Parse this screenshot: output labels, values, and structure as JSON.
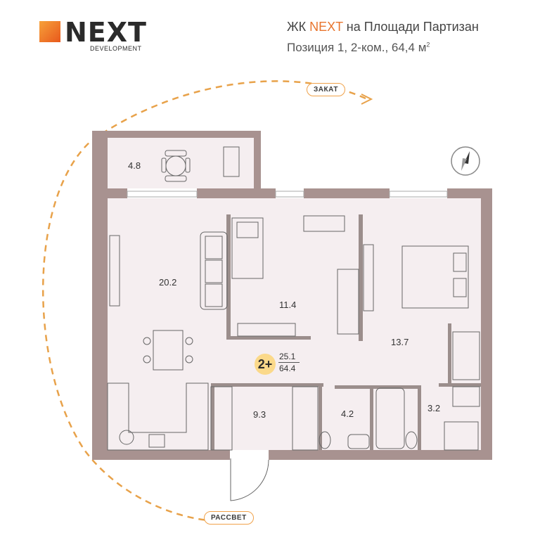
{
  "brand": {
    "name": "NEXT",
    "subtitle": "DEVELOPMENT",
    "accent_color": "#e8742c"
  },
  "header": {
    "title_prefix": "ЖК ",
    "title_highlight": "NEXT",
    "title_suffix": " на Площади Партизан",
    "subtitle": "Позиция 1, 2-ком., 64,4 м",
    "subtitle_sup": "2"
  },
  "sun": {
    "sunset_label": "ЗАКАТ",
    "sunrise_label": "РАССВЕТ"
  },
  "rooms": [
    {
      "id": "balcony",
      "area": "4.8"
    },
    {
      "id": "living-kitchen",
      "area": "20.2"
    },
    {
      "id": "bedroom-small",
      "area": "11.4"
    },
    {
      "id": "bedroom-large",
      "area": "13.7"
    },
    {
      "id": "hall",
      "area": "9.3"
    },
    {
      "id": "wardrobe",
      "area": "4.2"
    },
    {
      "id": "bathroom",
      "area": "3.2"
    }
  ],
  "summary": {
    "rooms_badge": "2+",
    "living_area": "25.1",
    "total_area": "64.4"
  },
  "icons": [
    "compass-icon"
  ]
}
